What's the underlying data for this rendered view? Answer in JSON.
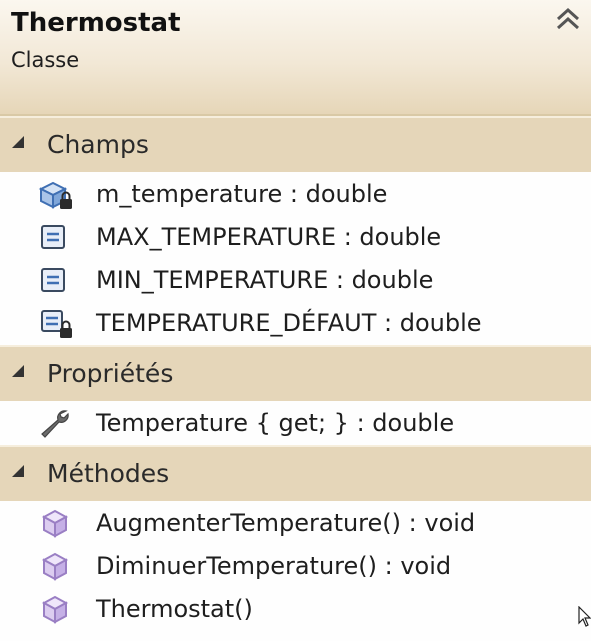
{
  "header": {
    "title": "Thermostat",
    "subtitle": "Classe"
  },
  "sections": {
    "fields": {
      "label": "Champs",
      "items": [
        {
          "text": "m_temperature : double",
          "icon": "private-field-icon"
        },
        {
          "text": "MAX_TEMPERATURE : double",
          "icon": "constant-icon"
        },
        {
          "text": "MIN_TEMPERATURE : double",
          "icon": "constant-icon"
        },
        {
          "text": "TEMPERATURE_DÉFAUT : double",
          "icon": "private-constant-icon"
        }
      ]
    },
    "properties": {
      "label": "Propriétés",
      "items": [
        {
          "text": "Temperature { get; } : double",
          "icon": "wrench-icon"
        }
      ]
    },
    "methods": {
      "label": "Méthodes",
      "items": [
        {
          "text": "AugmenterTemperature() : void",
          "icon": "method-cube-icon"
        },
        {
          "text": "DiminuerTemperature() : void",
          "icon": "method-cube-icon"
        },
        {
          "text": "Thermostat()",
          "icon": "method-cube-icon"
        }
      ]
    }
  },
  "colors": {
    "header_top": "#fbf7ef",
    "header_bottom": "#e6d6b8",
    "section_bg": "#e5d6b9",
    "method_purple": "#9a7fc4",
    "field_blue": "#3f6fb3"
  }
}
